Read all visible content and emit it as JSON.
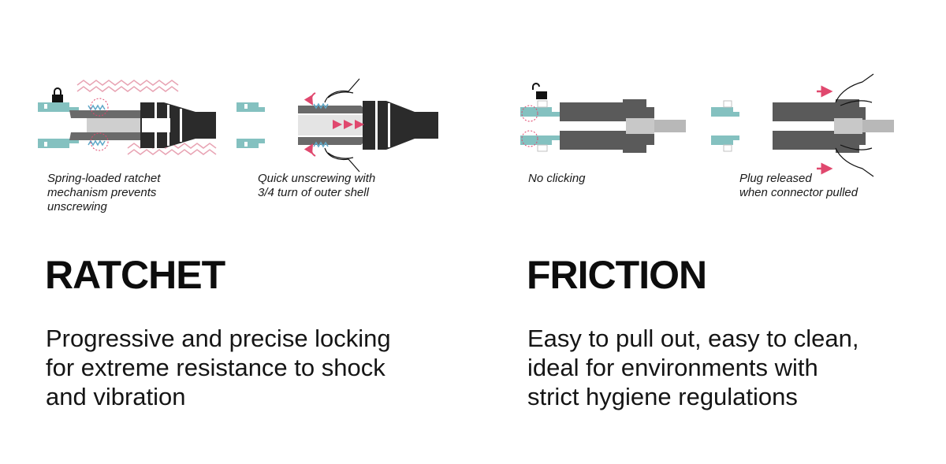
{
  "colors": {
    "teal": "#84c1c0",
    "dark_grey": "#5a5a5a",
    "black": "#2b2b2b",
    "light_grey": "#b8b8b8",
    "accent_pink": "#e0486e",
    "spring_blue": "#5fa8c8"
  },
  "icons": {
    "ratchet_lock": "closed-padlock-icon",
    "friction_lock": "open-padlock-icon"
  },
  "ratchet": {
    "title": "RATCHET",
    "description": "Progressive and precise locking\nfor extreme resistance to shock\nand vibration",
    "captions": [
      "Spring-loaded ratchet\nmechanism prevents\nunscrewing",
      "Quick unscrewing with\n3/4 turn of outer shell"
    ]
  },
  "friction": {
    "title": "FRICTION",
    "description": "Easy to pull out, easy to clean,\nideal for environments with\nstrict hygiene regulations",
    "captions": [
      "No clicking",
      "Plug released\nwhen connector pulled"
    ]
  }
}
